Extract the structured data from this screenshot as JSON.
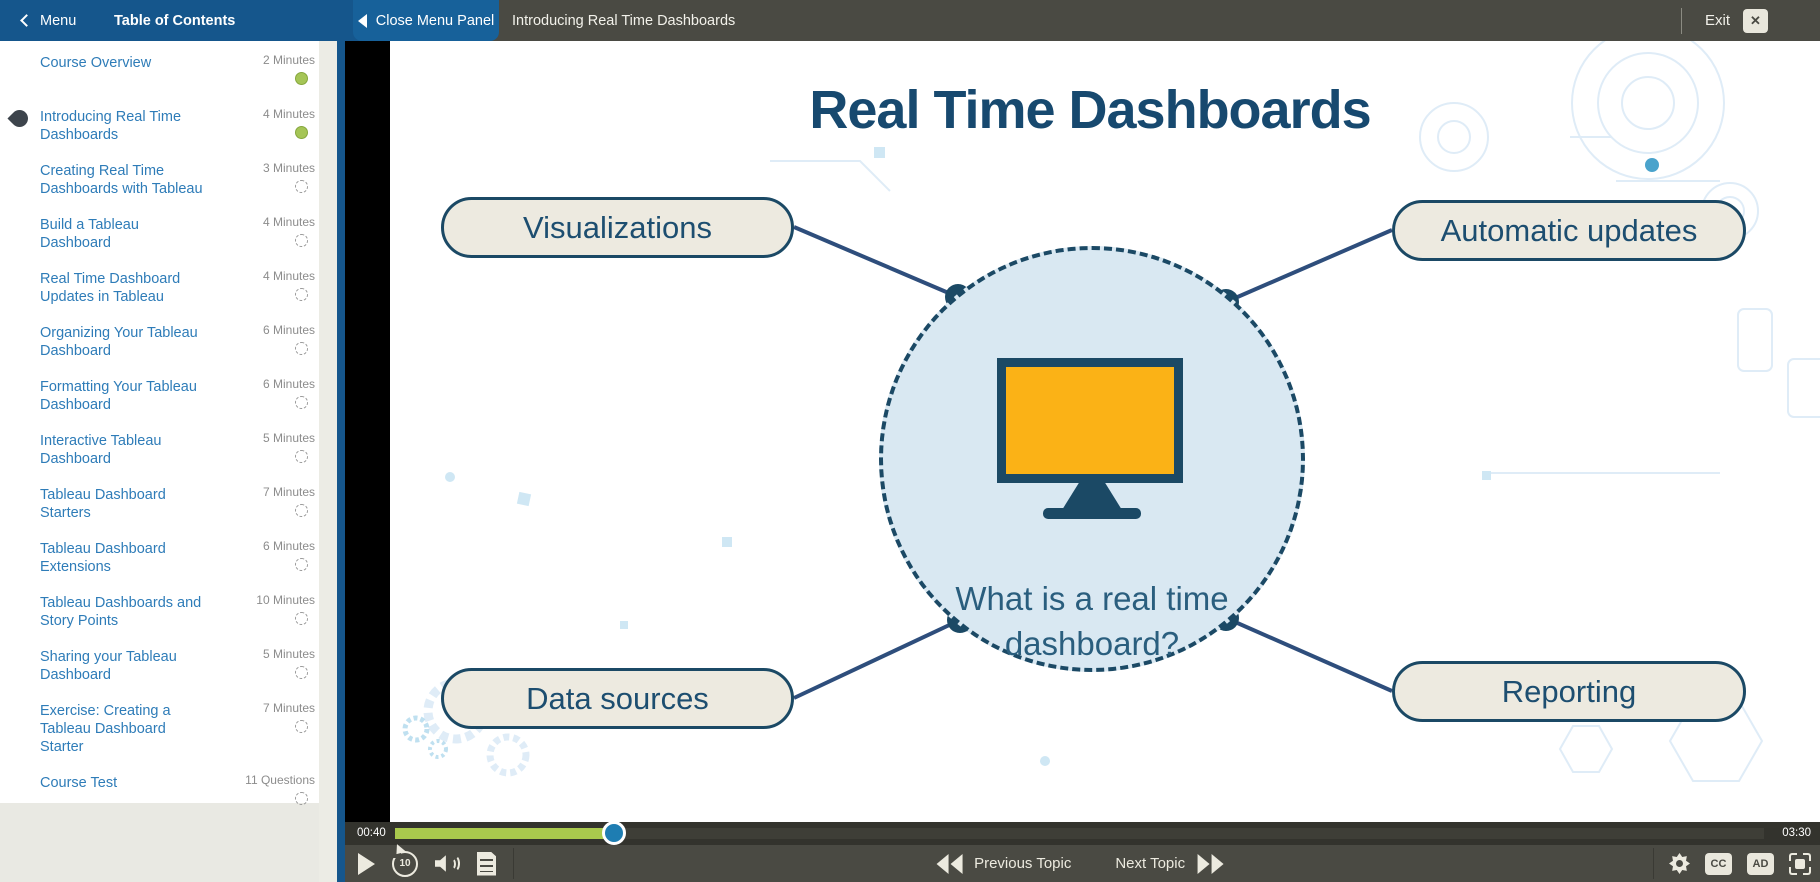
{
  "top_bar": {
    "menu_label": "Menu",
    "toc_title": "Table of Contents",
    "close_panel_label": "Close Menu Panel",
    "lesson_title": "Introducing Real Time Dashboards",
    "exit_label": "Exit"
  },
  "icons": {
    "exit_close_glyph": "✕",
    "rewind_seconds": "10"
  },
  "sidebar": {
    "items": [
      {
        "label": "Course Overview",
        "duration": "2 Minutes",
        "status": "complete",
        "current": false
      },
      {
        "label": "Introducing Real Time Dashboards",
        "duration": "4 Minutes",
        "status": "complete",
        "current": true
      },
      {
        "label": "Creating Real Time Dashboards with Tableau",
        "duration": "3 Minutes",
        "status": "incomplete",
        "current": false
      },
      {
        "label": "Build a Tableau Dashboard",
        "duration": "4 Minutes",
        "status": "incomplete",
        "current": false
      },
      {
        "label": "Real Time Dashboard Updates in Tableau",
        "duration": "4 Minutes",
        "status": "incomplete",
        "current": false
      },
      {
        "label": "Organizing Your Tableau Dashboard",
        "duration": "6 Minutes",
        "status": "incomplete",
        "current": false
      },
      {
        "label": "Formatting Your Tableau Dashboard",
        "duration": "6 Minutes",
        "status": "incomplete",
        "current": false
      },
      {
        "label": "Interactive Tableau Dashboard",
        "duration": "5 Minutes",
        "status": "incomplete",
        "current": false
      },
      {
        "label": "Tableau Dashboard Starters",
        "duration": "7 Minutes",
        "status": "incomplete",
        "current": false
      },
      {
        "label": "Tableau Dashboard Extensions",
        "duration": "6 Minutes",
        "status": "incomplete",
        "current": false
      },
      {
        "label": "Tableau Dashboards and Story Points",
        "duration": "10 Minutes",
        "status": "incomplete",
        "current": false
      },
      {
        "label": "Sharing your Tableau Dashboard",
        "duration": "5 Minutes",
        "status": "incomplete",
        "current": false
      },
      {
        "label": "Exercise: Creating a Tableau Dashboard Starter",
        "duration": "7 Minutes",
        "status": "incomplete",
        "current": false
      },
      {
        "label": "Course Test",
        "duration": "11 Questions",
        "status": "incomplete",
        "current": false
      }
    ]
  },
  "slide": {
    "title": "Real Time Dashboards",
    "center_question": "What is a real time dashboard?",
    "nodes": [
      "Visualizations",
      "Automatic updates",
      "Data sources",
      "Reporting"
    ]
  },
  "player": {
    "current_time": "00:40",
    "total_time": "03:30",
    "progress_percent": 16,
    "previous_label": "Previous Topic",
    "next_label": "Next Topic",
    "cc_label": "CC",
    "ad_label": "AD"
  },
  "colors": {
    "top_bar_blue": "#15568C",
    "chrome_dark": "#4A4A43",
    "toc_link_blue": "#2E7CB8",
    "complete_green": "#A5C556",
    "slide_navy": "#1B4965",
    "monitor_amber": "#FBB216",
    "progress_green": "#A9C94D",
    "seek_thumb_blue": "#1E7DB2",
    "pill_beige": "#EDEAE0",
    "circle_light_blue": "#D9E8F2"
  }
}
